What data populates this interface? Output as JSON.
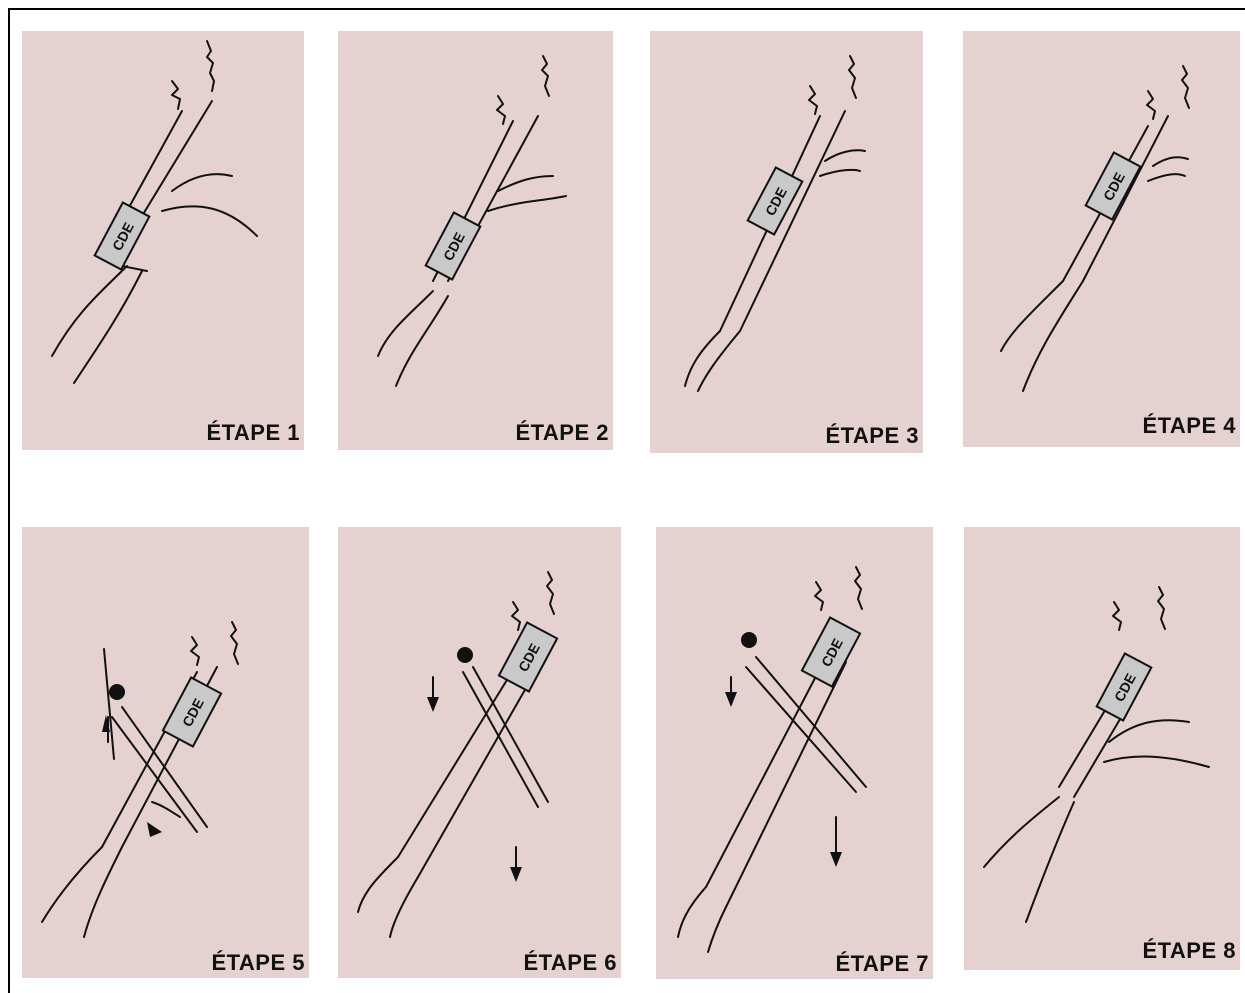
{
  "colors": {
    "panel_bg": "#e5d2d0",
    "ink": "#111111",
    "band": "#c9c9c9"
  },
  "band_text": "CDE",
  "steps": [
    {
      "label": "ÉTAPE 1"
    },
    {
      "label": "ÉTAPE 2"
    },
    {
      "label": "ÉTAPE 3"
    },
    {
      "label": "ÉTAPE 4"
    },
    {
      "label": "ÉTAPE 5"
    },
    {
      "label": "ÉTAPE 6"
    },
    {
      "label": "ÉTAPE 7"
    },
    {
      "label": "ÉTAPE 8"
    }
  ]
}
